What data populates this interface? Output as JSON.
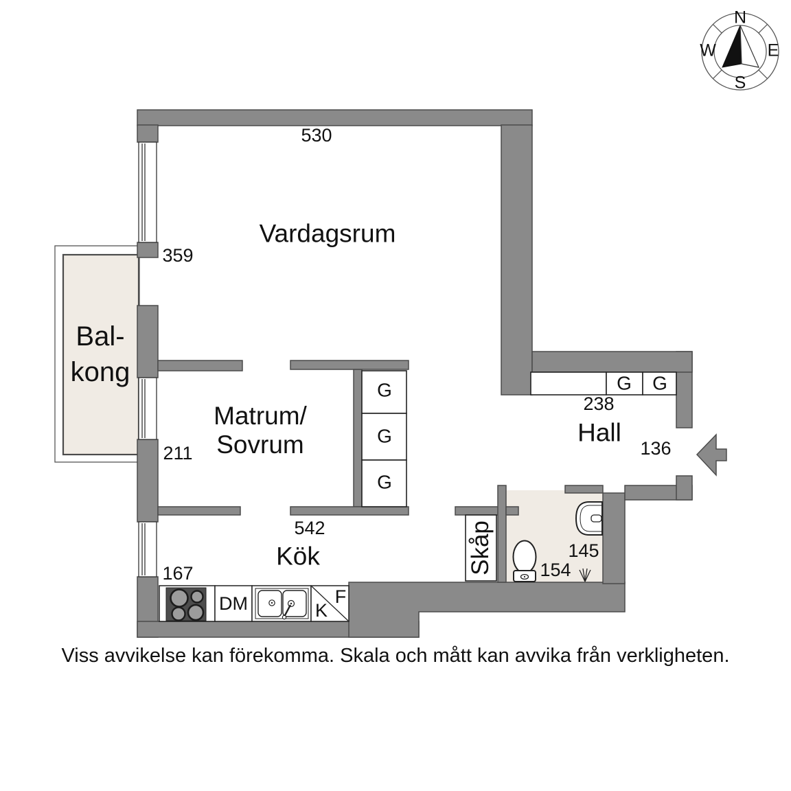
{
  "colors": {
    "wall": "#8a8a8a",
    "wall_outline": "#4b4b4b",
    "floor_accent": "#f0ebe4",
    "line": "#222222"
  },
  "compass": {
    "north": "N",
    "south": "S",
    "east": "E",
    "west": "W"
  },
  "rooms": {
    "vardagsrum": {
      "name": "Vardagsrum",
      "width_cm": "530",
      "window_wall_cm": "359"
    },
    "balkong": {
      "name_line1": "Bal-",
      "name_line2": "kong"
    },
    "matrum_sovrum": {
      "name_line1": "Matrum/",
      "name_line2": "Sovrum",
      "window_wall_cm": "211",
      "width_cm": "542"
    },
    "kok": {
      "name": "Kök",
      "window_wall_cm": "167"
    },
    "hall": {
      "name": "Hall",
      "closet_width_cm": "238",
      "entrance_width_cm": "136"
    },
    "badrum": {
      "width_cm": "145",
      "depth_cm": "154"
    },
    "skap": {
      "name": "Skåp"
    }
  },
  "wardrobes": [
    {
      "label": "G"
    },
    {
      "label": "G"
    },
    {
      "label": "G"
    },
    {
      "label": "G"
    },
    {
      "label": "G"
    }
  ],
  "kitchen": {
    "dishwasher": "DM",
    "fridge": "K",
    "freezer": "F"
  },
  "disclaimer": "Viss avvikelse kan förekomma. Skala och mått kan avvika från verkligheten."
}
